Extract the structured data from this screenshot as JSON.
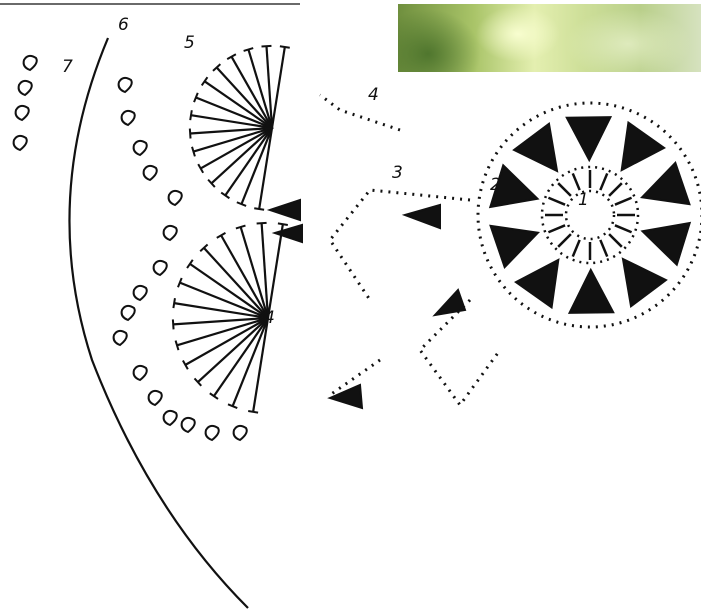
{
  "round_labels": {
    "r1": "1",
    "r2": "2",
    "r3": "3",
    "r4": "4",
    "r5": "5",
    "r6": "6",
    "r7": "7",
    "r4_top": "4",
    "r4_bottom": "4"
  },
  "colors": {
    "ink": "#111111",
    "paper": "#ffffff",
    "photo_green": "#a9c468"
  }
}
